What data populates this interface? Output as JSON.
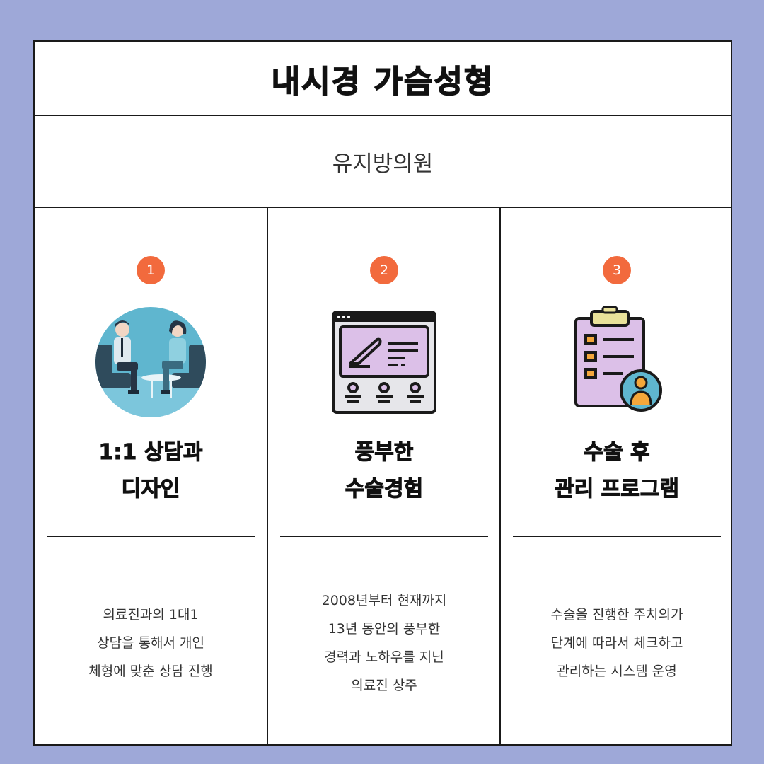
{
  "title": "내시경 가슴성형",
  "subtitle": "유지방의원",
  "columns": [
    {
      "number": "1",
      "icon": "consultation-illustration",
      "heading": [
        "1:1 상담과",
        "디자인"
      ],
      "description": [
        "의료진과의 1대1",
        "상담을 통해서 개인",
        "체형에 맞춘 상담 진행"
      ]
    },
    {
      "number": "2",
      "icon": "surgery-screen-icon",
      "heading": [
        "풍부한",
        "수술경험"
      ],
      "description": [
        "2008년부터 현재까지",
        "13년 동안의 풍부한",
        "경력과 노하우를 지닌",
        "의료진 상주"
      ]
    },
    {
      "number": "3",
      "icon": "clipboard-checklist-icon",
      "heading": [
        "수술 후",
        "관리 프로그램"
      ],
      "description": [
        "수술을 진행한 주치의가",
        "단계에 따라서 체크하고",
        "관리하는 시스템 운영"
      ]
    }
  ],
  "colors": {
    "background": "#9ea8d8",
    "badge": "#f26a3d",
    "card": "#ffffff",
    "accent_purple": "#dcc0e8"
  }
}
